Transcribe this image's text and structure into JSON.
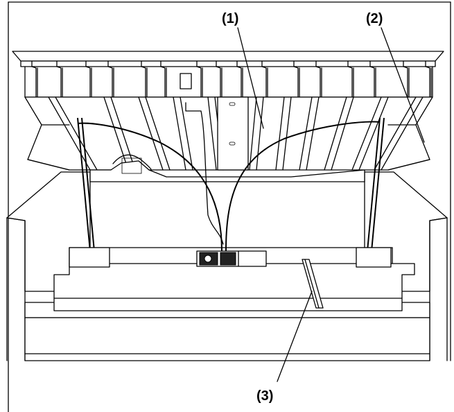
{
  "callouts": {
    "c1": "(1)",
    "c2": "(2)",
    "c3": "(3)"
  }
}
